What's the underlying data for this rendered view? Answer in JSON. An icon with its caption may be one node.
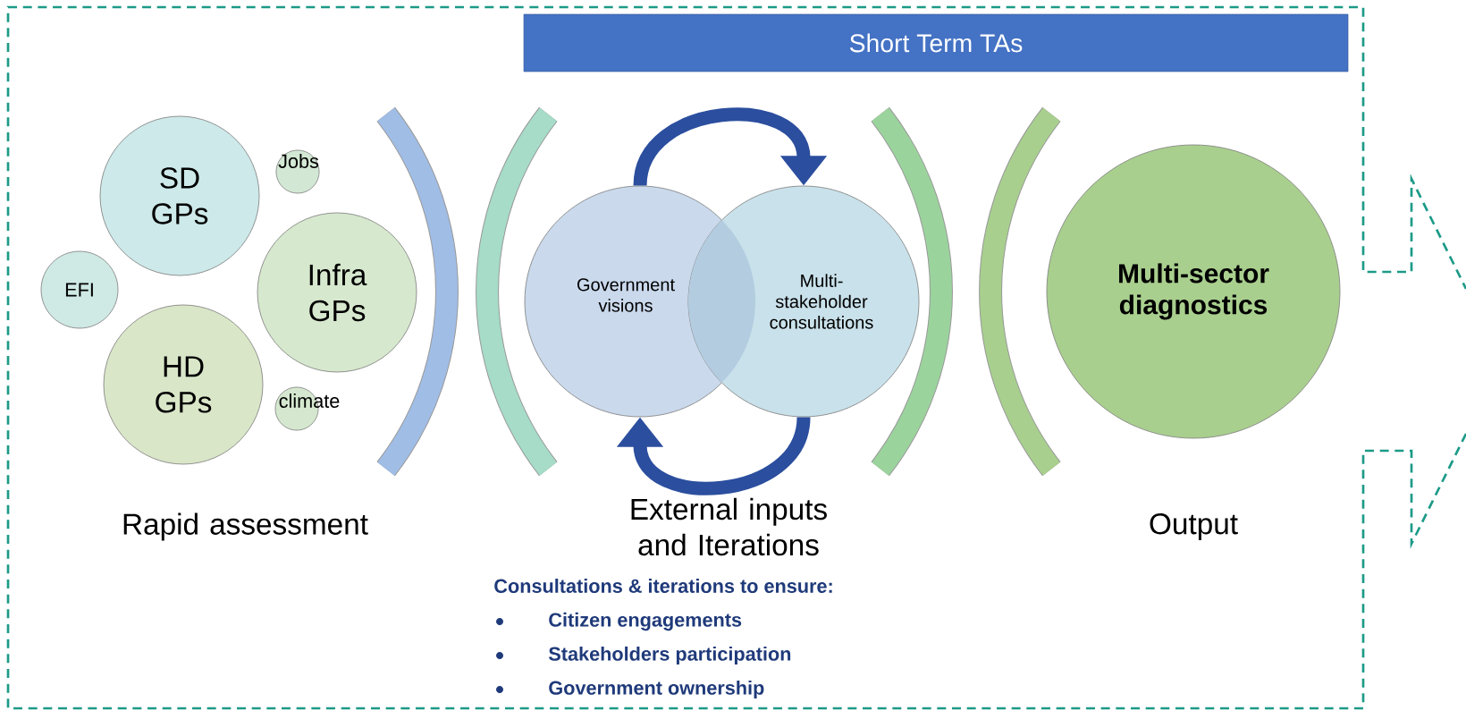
{
  "diagram": {
    "nodes": [
      {
        "text": [
          "Short Term TAs"
        ]
      },
      {
        "text": [
          "SD GPs"
        ]
      },
      {
        "text": [
          "Jobs"
        ]
      },
      {
        "text": [
          "EFI"
        ]
      },
      {
        "text": [
          "Infra GPs"
        ]
      },
      {
        "text": [
          "HD GPs"
        ]
      },
      {
        "text": [
          "climate"
        ]
      },
      {
        "text": [
          "Government visions"
        ]
      },
      {
        "text": [
          "Multi-stakeholder consultations"
        ]
      },
      {
        "text": [
          "Multi-sector diagnostics"
        ]
      }
    ],
    "edges": [
      {
        "from": 7,
        "to": 8,
        "arrow": "to"
      },
      {
        "from": 8,
        "to": 7,
        "arrow": "to"
      }
    ],
    "labels": [
      "Rapid assessment",
      "External inputs and Iterations",
      "Output",
      "Consultations & iterations to ensure:",
      "Citizen engagements",
      "Stakeholders participation",
      "Government ownership"
    ]
  }
}
